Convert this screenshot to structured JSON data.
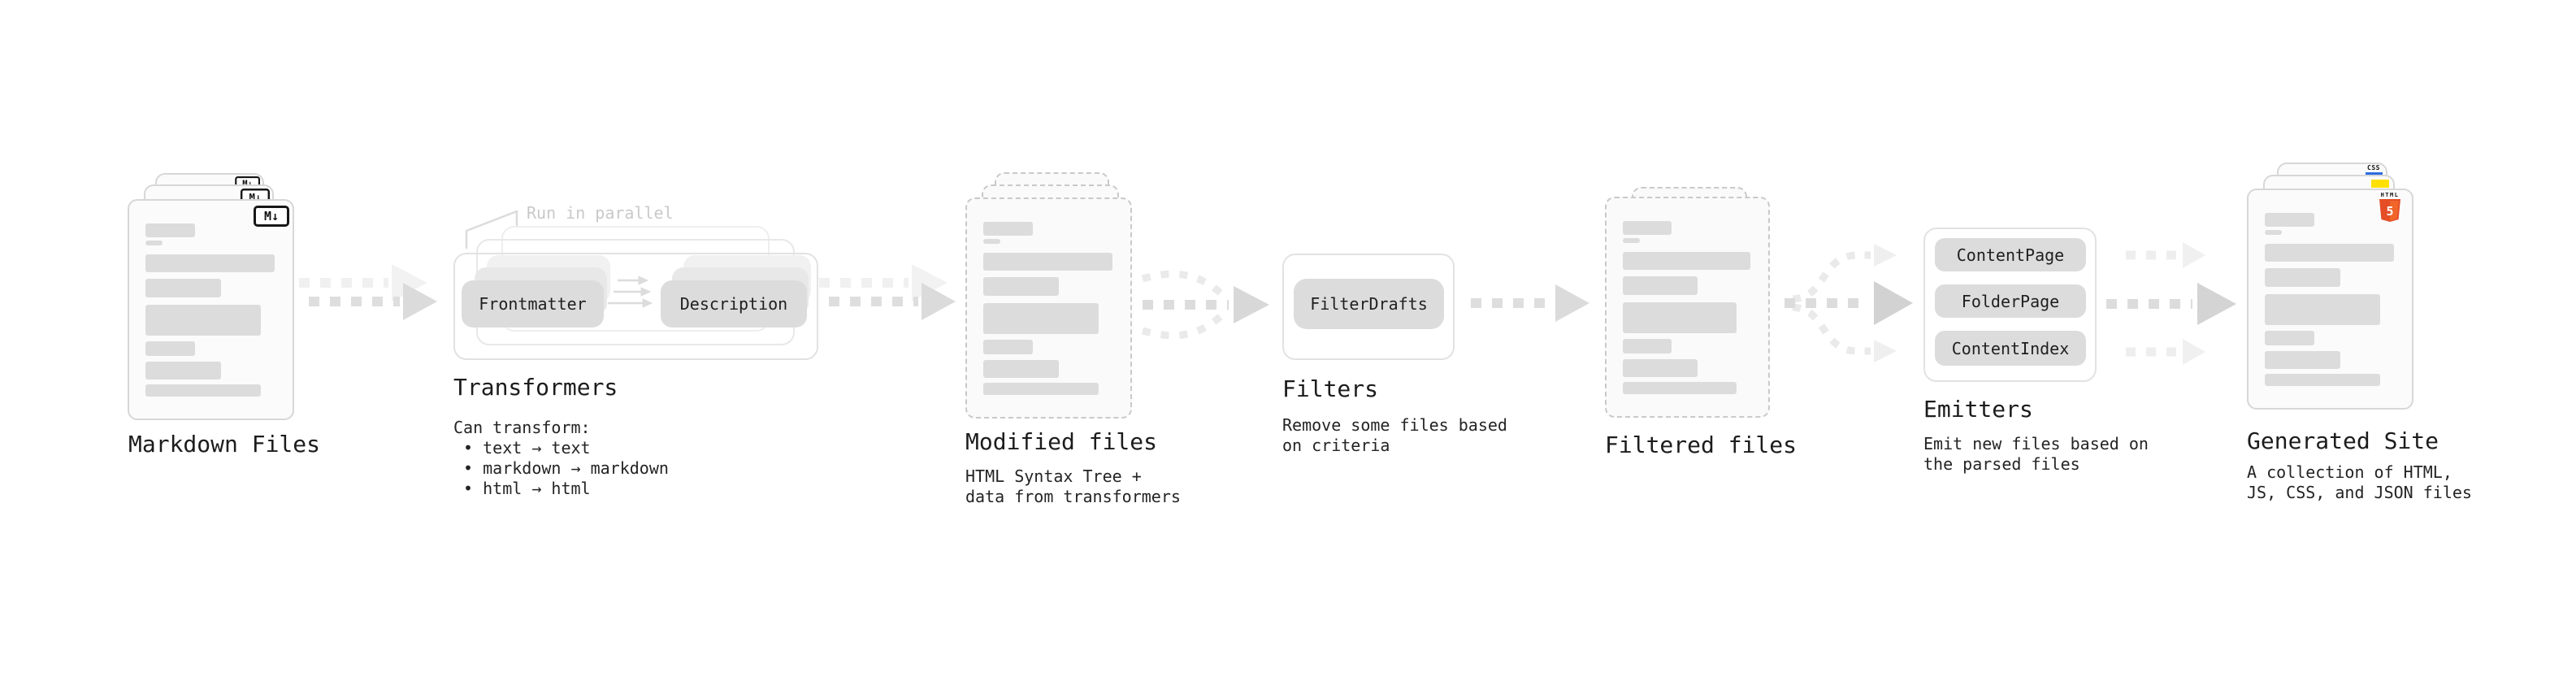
{
  "stages": [
    {
      "label": "Markdown Files",
      "badge": "M↓"
    },
    {
      "label": "Transformers",
      "annotation": "Run in parallel",
      "pills": [
        "Frontmatter",
        "Description"
      ],
      "sublabel": "Can transform:\n • text → text\n • markdown → markdown\n • html → html"
    },
    {
      "label": "Modified files",
      "sublabel": "HTML Syntax Tree +\ndata from transformers"
    },
    {
      "label": "Filters",
      "pills": [
        "FilterDrafts"
      ],
      "sublabel": "Remove some files based\non criteria"
    },
    {
      "label": "Filtered files"
    },
    {
      "label": "Emitters",
      "pills": [
        "ContentPage",
        "FolderPage",
        "ContentIndex"
      ],
      "sublabel": "Emit new files based on\nthe parsed files"
    },
    {
      "label": "Generated Site",
      "file_badges": {
        "css": "CSS",
        "html": "HTML",
        "html_number": "5"
      },
      "sublabel": "A collection of HTML,\nJS, CSS, and JSON files"
    }
  ],
  "colors": {
    "ink": "#1f1f1f",
    "muted_annotation": "#c9c9c9",
    "pill_fill": "#dcdcdc",
    "arrow_main": "#dbdbdb",
    "arrow_ghost": "#f0f0f0",
    "html5_orange": "#e44d26",
    "js_yellow": "#ffe000",
    "css_blue": "#2d6de0"
  }
}
